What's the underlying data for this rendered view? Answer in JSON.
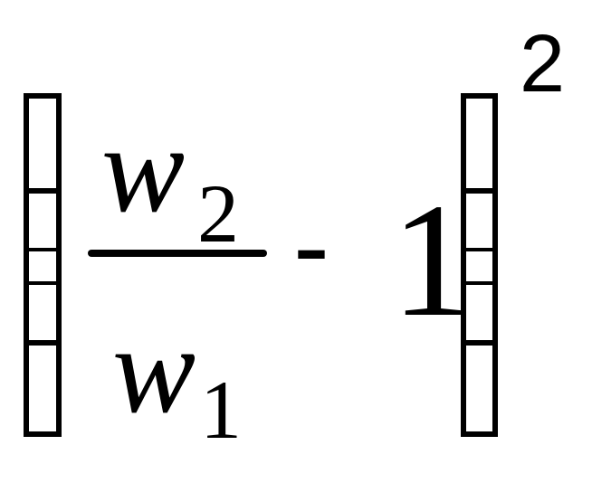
{
  "expression": {
    "numerator_variable": "w",
    "numerator_subscript": "2",
    "denominator_variable": "w",
    "denominator_subscript": "1",
    "operator": "-",
    "constant": "1",
    "exponent": "2"
  },
  "colors": {
    "ink": "#000000",
    "background": "#ffffff"
  }
}
